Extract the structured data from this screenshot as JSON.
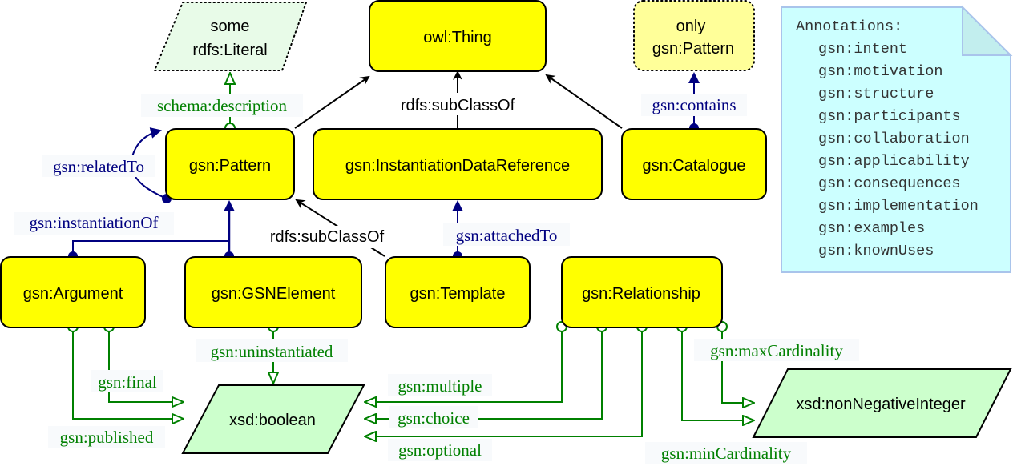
{
  "colors": {
    "class_fill": "#ffff00",
    "datatype_fill": "#ccffcc",
    "restriction_datatype_fill": "#e8fbe8",
    "restriction_class_fill": "#ffff99",
    "note_fill": "#ccffff",
    "note_border": "#a9c4eb",
    "object_property": "#000080",
    "datatype_property": "#008000",
    "subclass": "#000000"
  },
  "nodes": {
    "owl_thing": "owl:Thing",
    "some_literal_line1": "some",
    "some_literal_line2": "rdfs:Literal",
    "only_pattern_line1": "only",
    "only_pattern_line2": "gsn:Pattern",
    "pattern": "gsn:Pattern",
    "instantiation_data_reference": "gsn:InstantiationDataReference",
    "catalogue": "gsn:Catalogue",
    "argument": "gsn:Argument",
    "gsn_element": "gsn:GSNElement",
    "template": "gsn:Template",
    "relationship": "gsn:Relationship",
    "boolean": "xsd:boolean",
    "non_negative_integer": "xsd:nonNegativeInteger"
  },
  "edges": {
    "subclass_label_top": "rdfs:subClassOf",
    "subclass_label_template": "rdfs:subClassOf",
    "schema_description": "schema:description",
    "related_to": "gsn:relatedTo",
    "instantiation_of": "gsn:instantiationOf",
    "contains": "gsn:contains",
    "attached_to": "gsn:attachedTo",
    "uninstantiated": "gsn:uninstantiated",
    "final": "gsn:final",
    "published": "gsn:published",
    "multiple": "gsn:multiple",
    "choice": "gsn:choice",
    "optional": "gsn:optional",
    "max_cardinality": "gsn:maxCardinality",
    "min_cardinality": "gsn:minCardinality"
  },
  "annotations": {
    "title": "Annotations:",
    "items": [
      "gsn:intent",
      "gsn:motivation",
      "gsn:structure",
      "gsn:participants",
      "gsn:collaboration",
      "gsn:applicability",
      "gsn:consequences",
      "gsn:implementation",
      "gsn:examples",
      "gsn:knownUses"
    ]
  }
}
